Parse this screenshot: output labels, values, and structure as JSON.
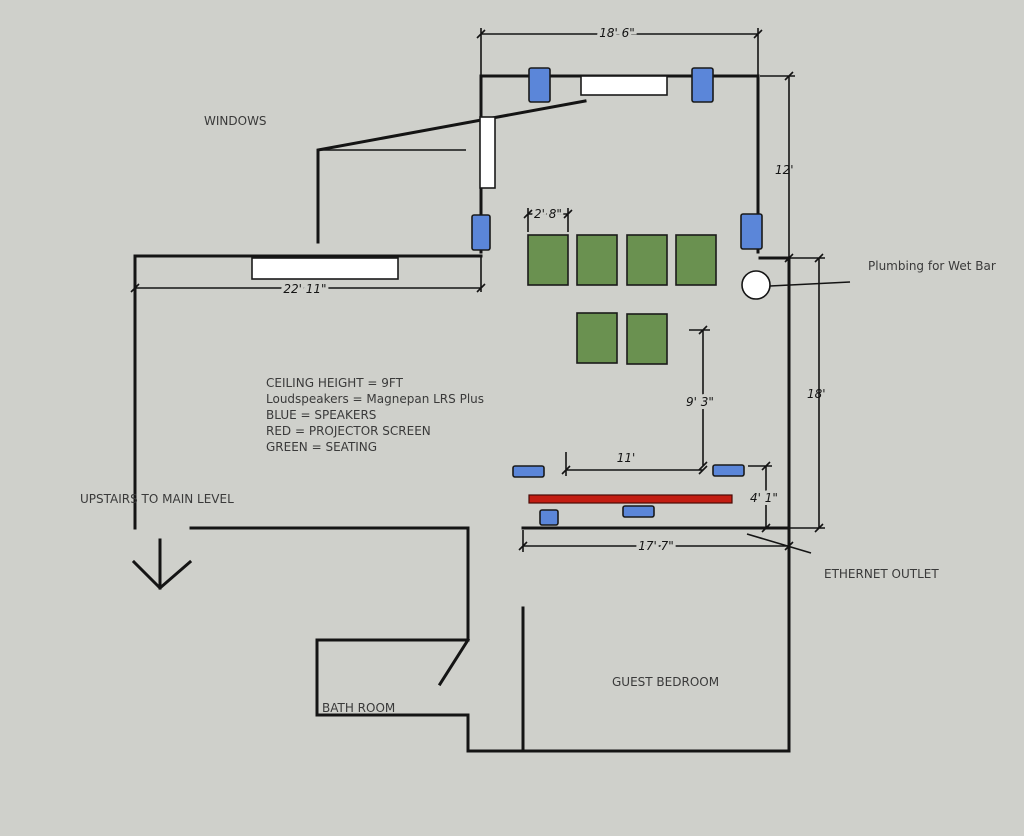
{
  "labels": {
    "windows": "WINDOWS",
    "plumbing": "Plumbing for Wet Bar",
    "upstairs": "UPSTAIRS TO MAIN LEVEL",
    "ethernet": "ETHERNET OUTLET",
    "guest_bedroom": "GUEST BEDROOM",
    "bath_room": "BATH ROOM"
  },
  "notes": [
    "CEILING HEIGHT = 9FT",
    "Loudspeakers = Magnepan LRS Plus",
    "BLUE = SPEAKERS",
    "RED = PROJECTOR SCREEN",
    "GREEN = SEATING"
  ],
  "dimensions": {
    "top_width": "18' 6\"",
    "right_upper": "12'",
    "left_width": "22' 11\"",
    "seat_width": "2' 8\"",
    "seat_to_screen": "9' 3\"",
    "right_lower": "18'",
    "speaker_span": "11'",
    "screen_depth": "4' 1\"",
    "bottom_width": "17' 7\""
  },
  "colors": {
    "background": "#cfd0cb",
    "speaker": "#5b86d9",
    "seating": "#6a9150",
    "screen": "#c31d12",
    "window": "#ffffff",
    "wall": "#141414"
  }
}
